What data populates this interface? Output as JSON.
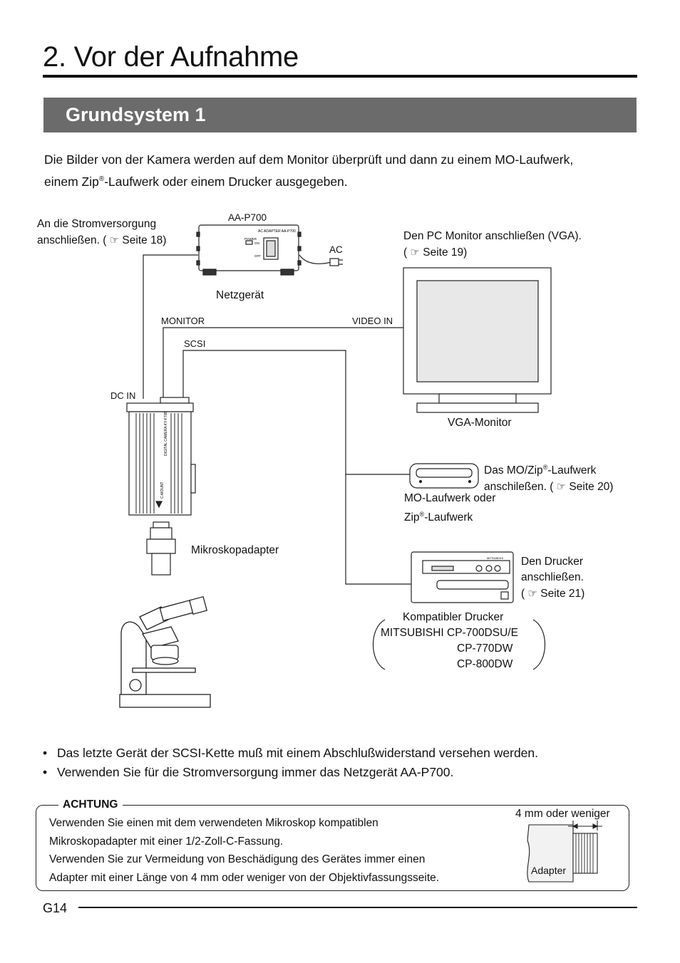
{
  "header": {
    "title": "2. Vor der Aufnahme",
    "section": "Grundsystem 1"
  },
  "intro": {
    "line1": "Die Bilder von der Kamera werden auf dem Monitor überprüft und dann zu einem MO-Laufwerk,",
    "line2_a": "einem Zip",
    "line2_reg": "®",
    "line2_b": "-Laufwerk oder einem Drucker ausgegeben."
  },
  "diagram": {
    "power_note": {
      "line1": "An die Stromversorgung",
      "line2_a": "anschließen. (",
      "ref_icon": "pointing-hand-icon",
      "line2_b": " Seite 18)"
    },
    "adapter_model": "AA-P700",
    "adapter_panel_title": "AC ADAPTER AA-P700",
    "adapter_power": "POWER",
    "adapter_on": "ON",
    "adapter_off": "OFF",
    "ac_label": "AC",
    "netzgeraet": "Netzgerät",
    "monitor_note": {
      "line1": "Den PC Monitor anschließen (VGA).",
      "line2_a": "(",
      "line2_b": " Seite 19)"
    },
    "port_monitor": "MONITOR",
    "port_video_in": "VIDEO IN",
    "port_scsi": "SCSI",
    "port_dc_in": "DC IN",
    "vga_monitor": "VGA-Monitor",
    "camera_text": "DIGITAL CAMERA KY-F70B",
    "camera_mount": "C-MOUNT",
    "mo_note": {
      "line1_a": "Das MO/Zip",
      "line1_reg": "®",
      "line1_b": "-Laufwerk",
      "line2_a": "anschileßen. (",
      "line2_b": " Seite 20)"
    },
    "mo_device": {
      "line1": "MO-Laufwerk oder",
      "line2_a": "Zip",
      "line2_reg": "®",
      "line2_b": "-Laufwerk"
    },
    "microscope_adapter": "Mikroskopadapter",
    "printer_note": {
      "line1": "Den Drucker",
      "line2": "anschließen.",
      "line3_a": "(",
      "line3_b": " Seite 21)"
    },
    "printer_brand": "MITSUBISHI",
    "compatible": {
      "line1": "Kompatibler Drucker",
      "line2": "MITSUBISHI CP-700DSU/E",
      "line3": "CP-770DW",
      "line4": "CP-800DW"
    }
  },
  "bullets": [
    "Das letzte Gerät der SCSI-Kette muß mit einem Abschlußwiderstand versehen werden.",
    "Verwenden Sie für die Stromversorgung immer das Netzgerät AA-P700."
  ],
  "caution": {
    "label": "ACHTUNG",
    "lines": [
      "Verwenden Sie einen mit dem verwendeten Mikroskop kompatiblen",
      "Mikroskopadapter mit einer 1/2-Zoll-C-Fassung.",
      "Verwenden Sie zur Vermeidung von Beschädigung des Gerätes immer einen",
      "Adapter mit einer Länge von 4 mm oder weniger von der Objektivfassungsseite."
    ],
    "figure_dim": "4 mm oder weniger",
    "figure_adapter": "Adapter"
  },
  "footer": {
    "page": "G14"
  }
}
